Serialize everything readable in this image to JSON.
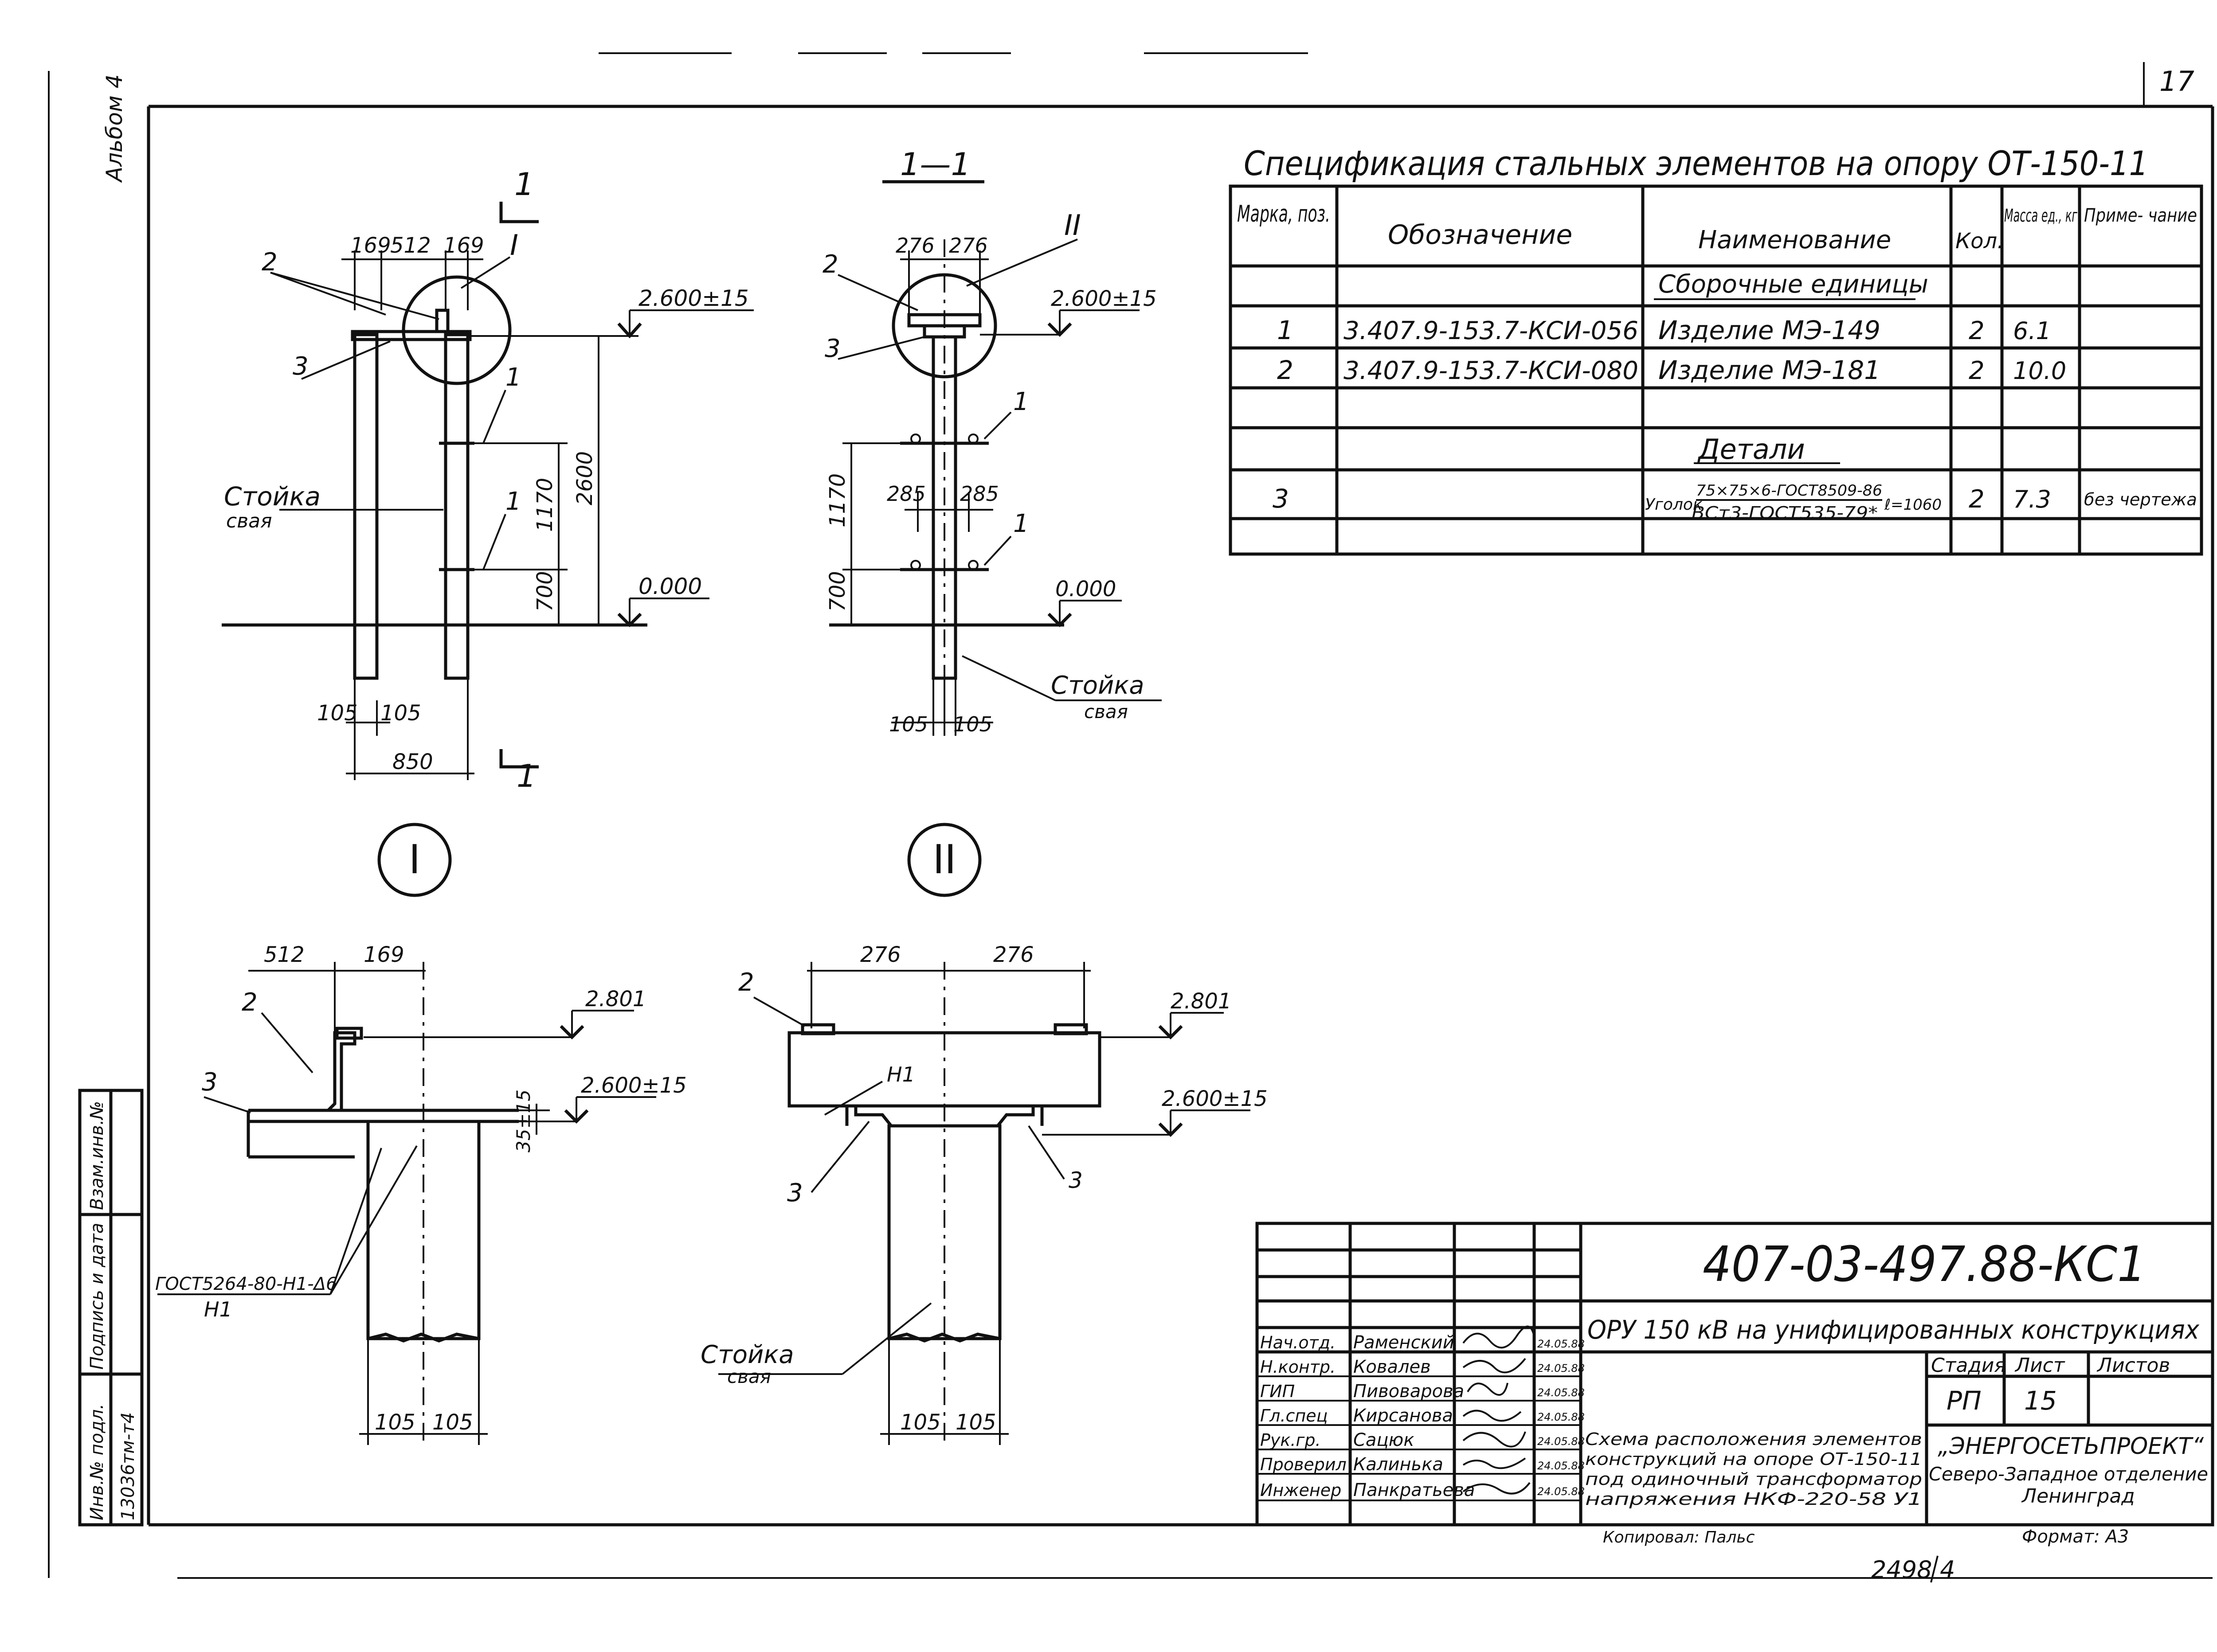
{
  "sheet": {
    "number": "17",
    "album": "Альбом 4",
    "archive": "2498",
    "archive_sheet": "4",
    "copied": "Копировал: Пальс",
    "format": "Формат: А3"
  },
  "views": {
    "front": {
      "section_mark": "1",
      "callout": "I",
      "dims_top": [
        "169",
        "512",
        "169"
      ],
      "dims_bottom": [
        "105",
        "105"
      ],
      "dim_total": "850",
      "dim_heights": [
        "1170",
        "700"
      ],
      "dim_total_height": "2600",
      "level_top": "2.600±15",
      "level_ground": "0.000",
      "pos_labels": [
        "2",
        "3",
        "1",
        "1"
      ],
      "post_label": "Стойка",
      "post_sublabel": "свая"
    },
    "section": {
      "title": "1—1",
      "callout": "II",
      "dims_top": [
        "276",
        "276"
      ],
      "dims_mid": [
        "285",
        "285"
      ],
      "dims_bottom": [
        "105",
        "105"
      ],
      "dim_heights": [
        "1170",
        "700"
      ],
      "level_top": "2.600±15",
      "level_ground": "0.000",
      "pos_labels": [
        "2",
        "3",
        "1",
        "1"
      ],
      "post_label": "Стойка",
      "post_sublabel": "свая"
    },
    "detail1": {
      "title": "I",
      "dims_top": [
        "512",
        "169"
      ],
      "dims_bottom": [
        "105",
        "105"
      ],
      "dim_gap": "35±15",
      "level_a": "2.801",
      "level_b": "2.600±15",
      "pos_labels": [
        "2",
        "3"
      ],
      "weld_note": "ГОСТ5264-80-Н1-Δ6",
      "weld_sub": "Н1"
    },
    "detail2": {
      "title": "II",
      "dims_top": [
        "276",
        "276"
      ],
      "dims_bottom": [
        "105",
        "105"
      ],
      "level_a": "2.801",
      "level_b": "2.600±15",
      "pos_labels": [
        "2",
        "3",
        "3"
      ],
      "weld_label": "Н1",
      "post_label": "Стойка",
      "post_sublabel": "свая"
    }
  },
  "spec": {
    "title": "Спецификация стальных элементов на опору ОТ-150-11",
    "headers": [
      "Марка, поз.",
      "Обозначение",
      "Наименование",
      "Кол.",
      "Масса ед., кг",
      "Приме- чание"
    ],
    "group1": "Сборочные единицы",
    "group2": "Детали",
    "rows": [
      {
        "pos": "1",
        "code": "3.407.9-153.7-КСИ-056",
        "name": "Изделие  МЭ-149",
        "qty": "2",
        "mass": "6.1",
        "note": ""
      },
      {
        "pos": "2",
        "code": "3.407.9-153.7-КСИ-080",
        "name": "Изделие  МЭ-181",
        "qty": "2",
        "mass": "10.0",
        "note": ""
      }
    ],
    "detail_row": {
      "pos": "3",
      "name_prefix": "Уголок",
      "name_top": "75×75×6-ГОСТ8509-86",
      "name_bottom": "ВСт3-ГОСТ535-79*",
      "name_len": "ℓ=1060",
      "qty": "2",
      "mass": "7.3",
      "note": "без чертежа"
    }
  },
  "stamp": {
    "code": "407-03-497.88-КС1",
    "project": "ОРУ 150 кВ на унифицированных конструкциях",
    "drawing": [
      "Схема расположения элементов",
      "конструкций на опоре ОТ-150-11",
      "под одиночный трансформатор",
      "напряжения НКФ-220-58 У1"
    ],
    "stage_head": "Стадия",
    "sheet_head": "Лист",
    "sheets_head": "Листов",
    "stage": "РП",
    "sheet": "15",
    "org": "„ЭНЕРГОСЕТЬПРОЕКТ“",
    "dept": "Северо-Западное отделение",
    "city": "Ленинград",
    "people": [
      {
        "role": "Нач.отд.",
        "name": "Раменский",
        "date": "24.05.88"
      },
      {
        "role": "Н.контр.",
        "name": "Ковалев",
        "date": "24.05.88"
      },
      {
        "role": "ГИП",
        "name": "Пивоварова",
        "date": "24.05.88"
      },
      {
        "role": "Гл.спец",
        "name": "Кирсанова",
        "date": "24.05.88"
      },
      {
        "role": "Рук.гр.",
        "name": "Сацюк",
        "date": "24.05.88"
      },
      {
        "role": "Проверил",
        "name": "Калинька",
        "date": "24.05.88"
      },
      {
        "role": "Инженер",
        "name": "Панкратьева",
        "date": "24.05.88"
      }
    ]
  },
  "side_stamp": {
    "labels": [
      "Инв.№ подл.",
      "Подпись и дата",
      "Взам.инв.№"
    ],
    "inv": "13036тм-т4"
  }
}
